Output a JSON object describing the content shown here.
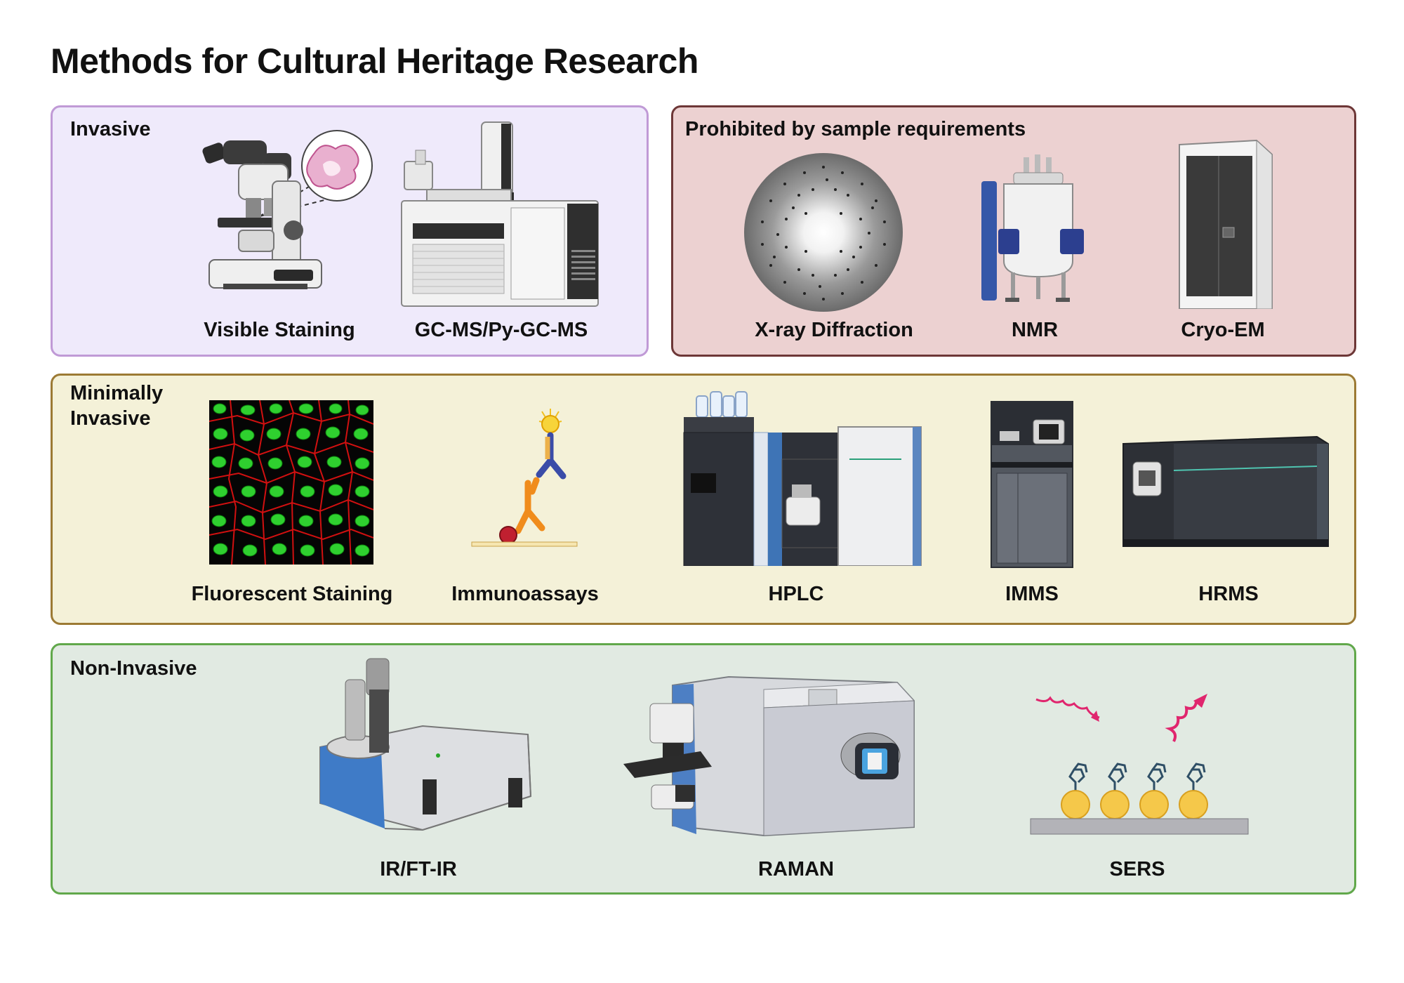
{
  "title": "Methods for Cultural Heritage Research",
  "panels": {
    "invasive": {
      "label": "Invasive",
      "items": [
        "Visible Staining",
        "GC-MS/Py-GC-MS"
      ]
    },
    "prohibited": {
      "label": "Prohibited by sample requirements",
      "items": [
        "X-ray Diffraction",
        "NMR",
        "Cryo-EM"
      ]
    },
    "minimally_invasive": {
      "label_line1": "Minimally",
      "label_line2": "Invasive",
      "items": [
        "Fluorescent Staining",
        "Immunoassays",
        "HPLC",
        "IMMS",
        "HRMS"
      ]
    },
    "non_invasive": {
      "label": "Non-Invasive",
      "items": [
        "IR/FT-IR",
        "RAMAN",
        "SERS"
      ]
    }
  },
  "colors": {
    "invasive_bg": "#efeafb",
    "invasive_border": "#c09ad6",
    "prohibited_bg": "#ecd1d1",
    "prohibited_border": "#6d3737",
    "minimal_bg": "#f4f1d8",
    "minimal_border": "#9c7a34",
    "noninvasive_bg": "#e1eae2",
    "noninvasive_border": "#61a84b"
  }
}
